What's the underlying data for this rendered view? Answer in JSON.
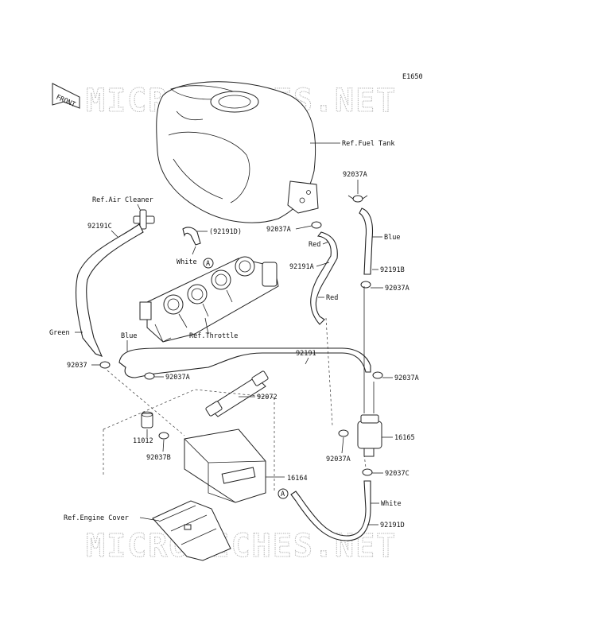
{
  "diagram_code": "E1650",
  "watermark": "MICROFICHES.NET",
  "front_badge": "FRONT",
  "callouts": {
    "fuel_tank": "Ref.Fuel Tank",
    "air_cleaner": "Ref.Air Cleaner",
    "throttle": "Ref.Throttle",
    "engine_cover": "Ref.Engine Cover",
    "p92191C": "92191C",
    "p92191D_paren": "(92191D)",
    "p92037A_top": "92037A",
    "p92037A_mid": "92037A",
    "p92191A": "92191A",
    "p92191B": "92191B",
    "p92037A_rb": "92037A",
    "p92037": "92037",
    "p92191": "92191",
    "p92037A_hose": "92037A",
    "p92037A_right": "92037A",
    "p92072": "92072",
    "p16165": "16165",
    "p11012": "11012",
    "p92037B": "92037B",
    "p92037A_bot": "92037A",
    "p92037C": "92037C",
    "p16164": "16164",
    "p92191D": "92191D"
  },
  "colors": {
    "white_1": "White",
    "red_1": "Red",
    "blue_1": "Blue",
    "red_2": "Red",
    "green": "Green",
    "blue_2": "Blue",
    "white_2": "White"
  },
  "ref_marks": {
    "a_upper": "A",
    "a_lower": "A"
  }
}
